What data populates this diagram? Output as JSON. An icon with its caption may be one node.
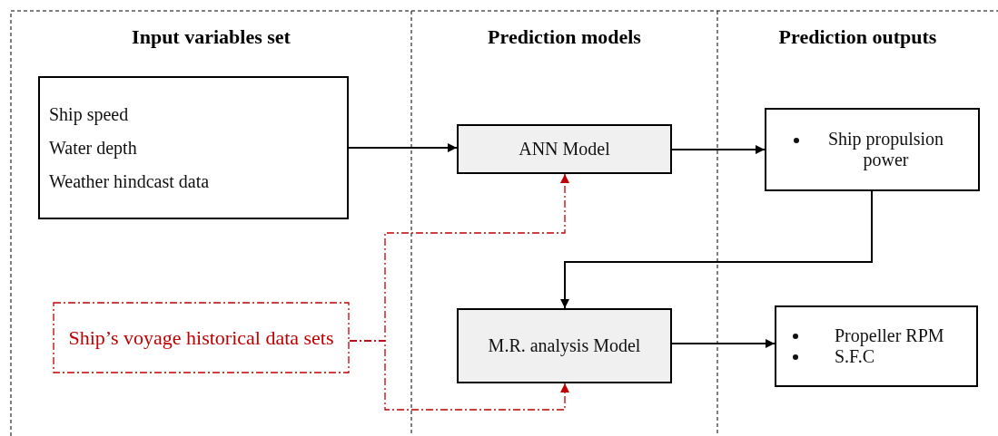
{
  "diagram": {
    "nodes": [
      {
        "text": [
          "Ship speed",
          "Water depth",
          "Weather hindcast data"
        ]
      },
      {
        "text": [
          "ANN Model"
        ]
      },
      {
        "text": [
          "Ship propulsion power"
        ]
      },
      {
        "text": [
          "Ship’s voyage historical data sets"
        ]
      },
      {
        "text": [
          "M.R. analysis Model"
        ]
      },
      {
        "text": [
          "Propeller RPM",
          "S.F.C"
        ]
      }
    ],
    "edges": [
      {
        "from": 0,
        "to": 1,
        "arrow": "to"
      },
      {
        "from": 1,
        "to": 2,
        "arrow": "to"
      },
      {
        "from": 2,
        "to": 4,
        "arrow": "to"
      },
      {
        "from": 3,
        "to": 1,
        "arrow": "to",
        "style": "dashed",
        "color": "#c00000"
      },
      {
        "from": 3,
        "to": 4,
        "arrow": "to",
        "style": "dashed",
        "color": "#c00000"
      },
      {
        "from": 4,
        "to": 5,
        "arrow": "to"
      }
    ],
    "labels": [
      "Input variables set",
      "Prediction models",
      "Prediction outputs"
    ]
  }
}
